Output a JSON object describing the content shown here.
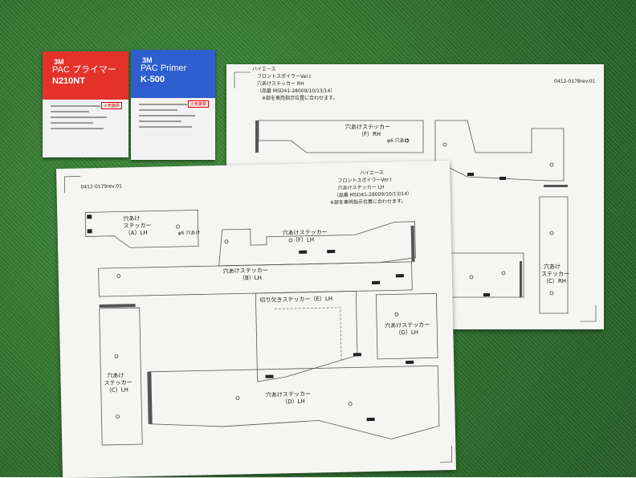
{
  "packets": {
    "red": {
      "logo": "3M",
      "line1": "PAC プライマー",
      "line2": "N210NT",
      "warning": "火気厳禁",
      "color": "#e4322b"
    },
    "blue": {
      "logo": "3M",
      "line1": "PAC Primer",
      "line2": "K-500",
      "warning": "火気厳禁",
      "color": "#2f5fcf"
    }
  },
  "sheet_rh": {
    "code": "0412-0178rev.01",
    "title1": "ハイエース",
    "title2": "フロントスポイラーVer.Ⅰ",
    "title3": "穴あけステッカー RH",
    "title4": "（品番 MSD41-28009/10/13/14）",
    "title5": "※部を車両指示位置に合わせます。",
    "part_f": "穴あけステッカー",
    "part_f_sub": "（F）RH",
    "part_c": "穴あけ",
    "part_c2": "ステッカー",
    "part_c_sub": "（C）RH",
    "hole": "φ6 穴あけ"
  },
  "sheet_lh": {
    "code": "0412-0179rev.01",
    "title1": "ハイエース",
    "title2": "フロントスポイラーVer.Ⅰ",
    "title3": "穴あけステッカー LH",
    "title4": "（品番 MSD41-28009/10/13/14）",
    "title5": "※部を車両指示位置に合わせます。",
    "part_a": "穴あけ",
    "part_a2": "ステッカー",
    "part_a_sub": "（A）LH",
    "part_f": "穴あけステッカー",
    "part_f_sub": "（F）LH",
    "part_b": "穴あけステッカー",
    "part_b_sub": "（B）LH",
    "part_e": "切り欠きステッカー（E）LH",
    "part_g": "穴あけステッカー",
    "part_g_sub": "（G）LH",
    "part_c": "穴あけ",
    "part_c2": "ステッカー",
    "part_c_sub": "（C）LH",
    "part_d": "穴あけステッカー",
    "part_d_sub": "（D）LH",
    "hole": "φ6 穴あけ"
  }
}
